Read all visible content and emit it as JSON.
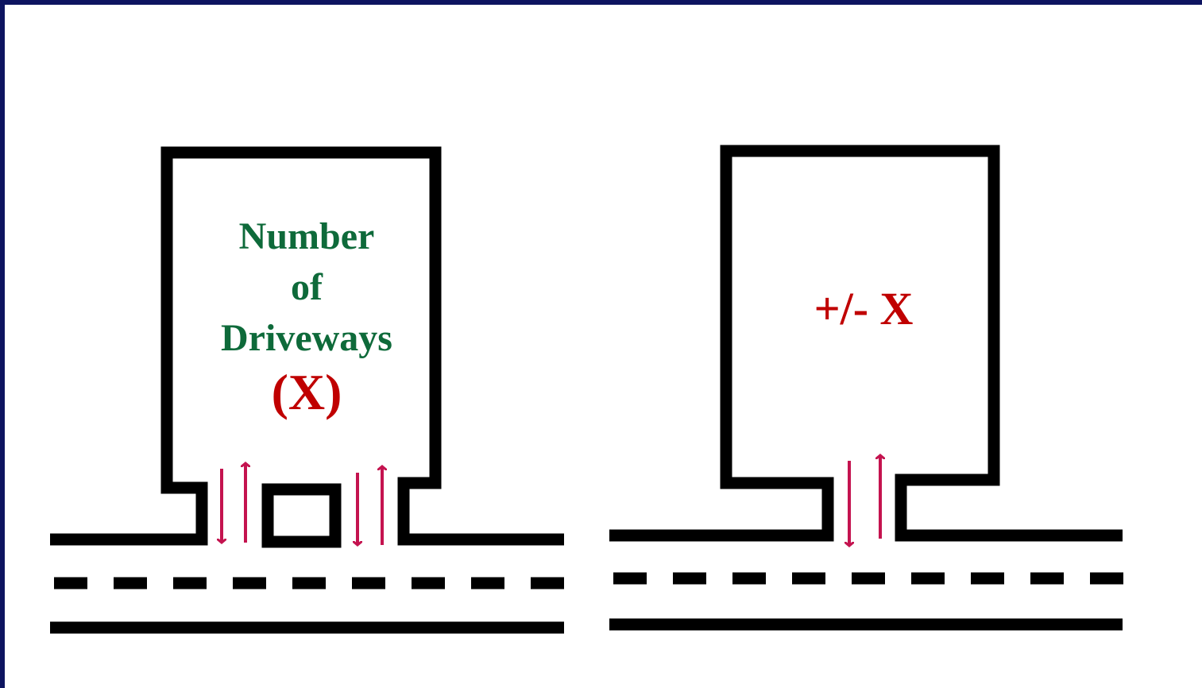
{
  "left_panel": {
    "label_lines": [
      "Number",
      "of",
      "Driveways"
    ],
    "variable": "(X)"
  },
  "right_panel": {
    "label": "+/- X"
  },
  "colors": {
    "frame": "#0d1460",
    "lines": "#000000",
    "label_green": "#0e6a3a",
    "label_red": "#c00000",
    "arrows": "#c4134f"
  }
}
